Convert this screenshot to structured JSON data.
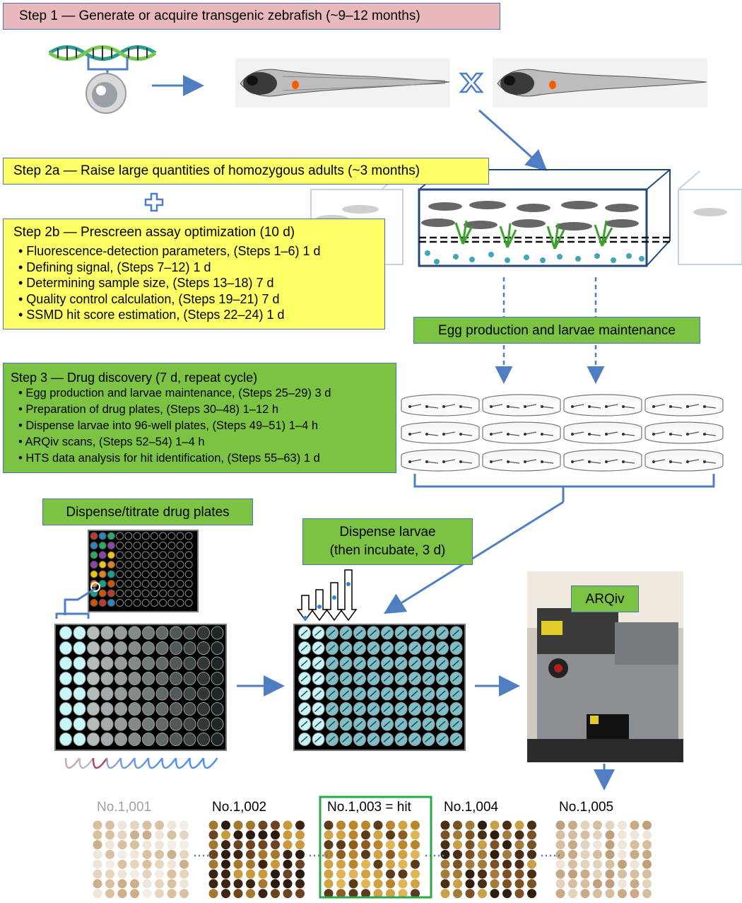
{
  "step1": {
    "title": "Step 1 — Generate or acquire transgenic zebrafish (~9–12 months)"
  },
  "step2a": {
    "title": "Step 2a — Raise large quantities of homozygous adults (~3 months)"
  },
  "step2b": {
    "title": "Step 2b — Prescreen assay optimization (10 d)",
    "items": [
      "• Fluorescence-detection parameters, (Steps 1–6) 1 d",
      "• Defining signal, (Steps 7–12) 1 d",
      "• Determining sample size, (Steps 13–18) 7 d",
      "• Quality control calculation, (Steps 19–21) 7 d",
      "• SSMD hit score estimation, (Steps 22–24) 1 d"
    ]
  },
  "egg_label": "Egg production and larvae maintenance",
  "step3": {
    "title": "Step 3 — Drug discovery (7 d, repeat cycle)",
    "items": [
      "• Egg production and larvae maintenance, (Steps 25–29) 3 d",
      "• Preparation of drug plates, (Steps 30–48) 1–12 h",
      "• Dispense larvae into 96-well plates, (Steps 49–51) 1–4 h",
      "• ARQiv scans, (Steps 52–54) 1–4 h",
      "• HTS data analysis for hit identification, (Steps 55–63) 1 d"
    ]
  },
  "dispense_drug_label": "Dispense/titrate drug plates",
  "dispense_larvae_label": {
    "line1": "Dispense larvae",
    "line2": "(then incubate, 3 d)"
  },
  "arqiv_label": "ARQiv",
  "plates": [
    {
      "label": "No.1,001",
      "faded": true
    },
    {
      "label": "No.1,002",
      "faded": false
    },
    {
      "label": "No.1,003 = hit",
      "faded": false,
      "hit": true
    },
    {
      "label": "No.1,004",
      "faded": false
    },
    {
      "label": "No.1,005",
      "faded": true
    }
  ],
  "colors": {
    "pink": "#e9b8bd",
    "yellow": "#ffff66",
    "green": "#7cc243",
    "arrow_blue": "#4f7fc2",
    "hit_border": "#2aa84a"
  }
}
